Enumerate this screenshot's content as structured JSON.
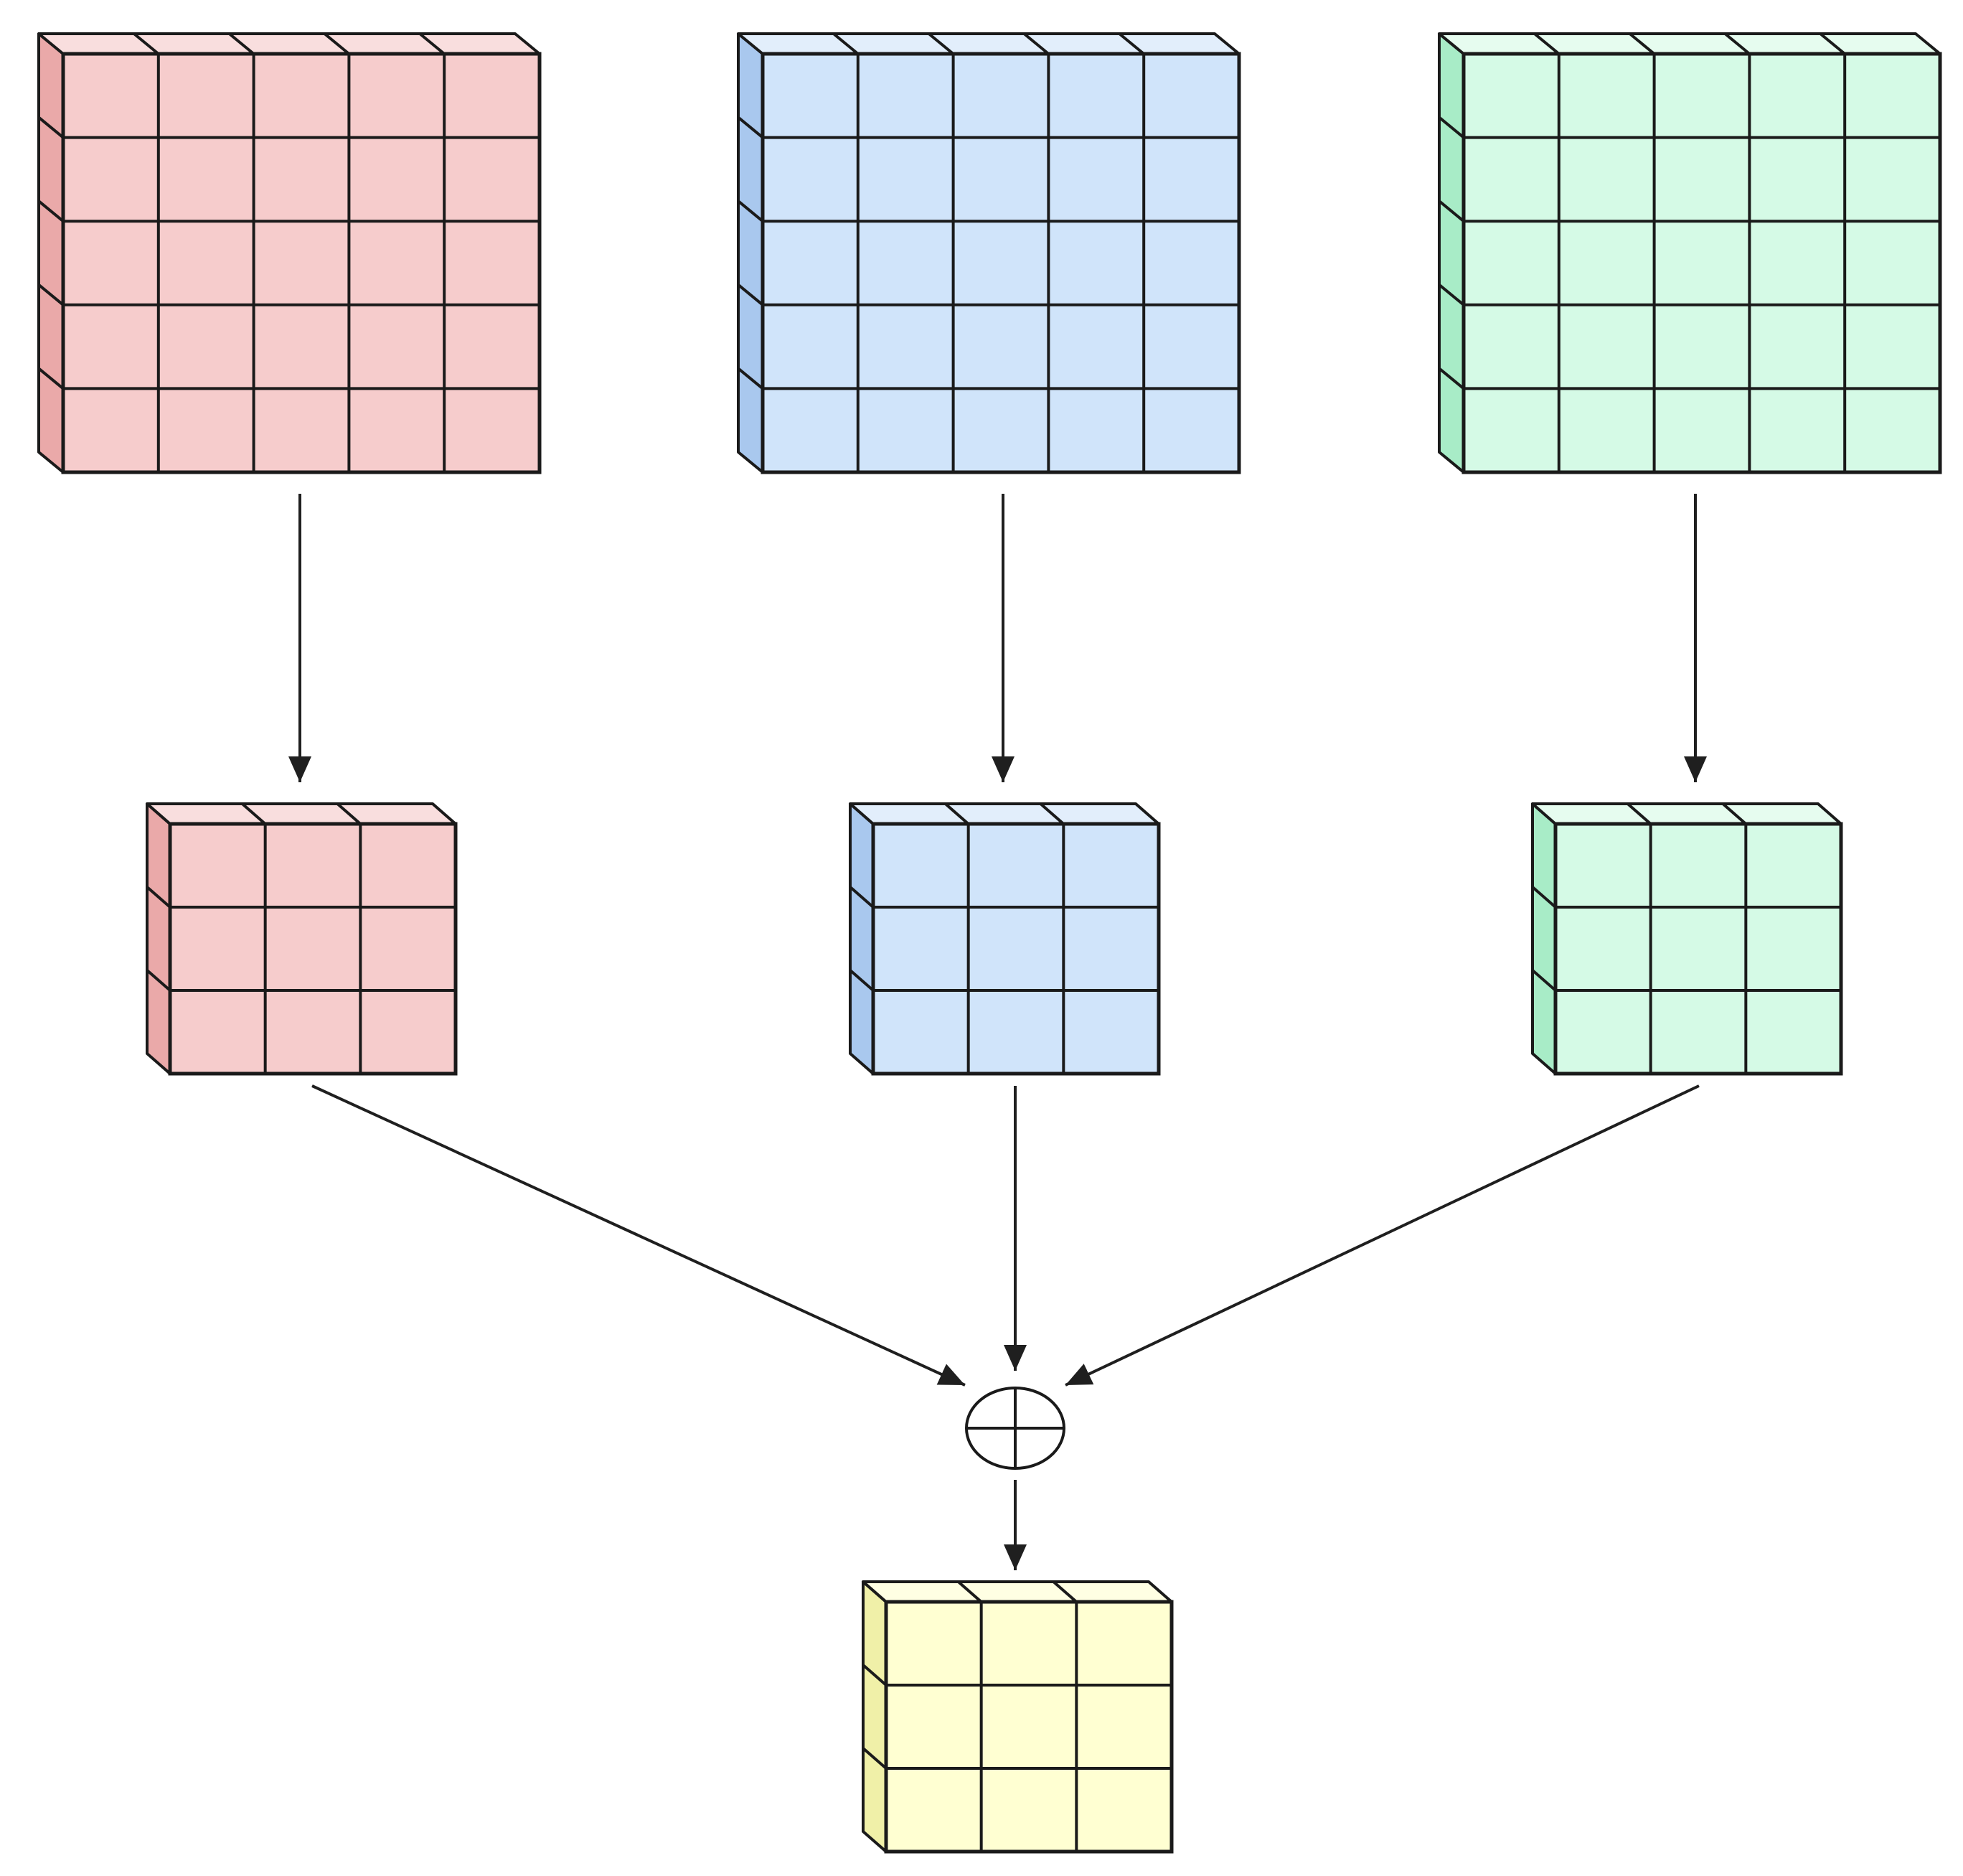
{
  "diagram": {
    "colors": {
      "red_front": "#f6cccc",
      "red_side": "#eaa9a9",
      "red_top": "#f9dede",
      "blue_front": "#d0e4fa",
      "blue_side": "#a9c8ee",
      "blue_top": "#e2eefb",
      "green_front": "#d5fae6",
      "green_side": "#a8ecc7",
      "green_top": "#e6fcef",
      "yellow_front": "#ffffd2",
      "yellow_side": "#f0f0a8",
      "yellow_top": "#ffffe3",
      "stroke": "#1a1a1a"
    },
    "nodes": [
      {
        "id": "input-red",
        "color": "red",
        "rows": 5,
        "cols": 5
      },
      {
        "id": "input-blue",
        "color": "blue",
        "rows": 5,
        "cols": 5
      },
      {
        "id": "input-green",
        "color": "green",
        "rows": 5,
        "cols": 5
      },
      {
        "id": "pooled-red",
        "color": "red",
        "rows": 3,
        "cols": 3
      },
      {
        "id": "pooled-blue",
        "color": "blue",
        "rows": 3,
        "cols": 3
      },
      {
        "id": "pooled-green",
        "color": "green",
        "rows": 3,
        "cols": 3
      },
      {
        "id": "output-yellow",
        "color": "yellow",
        "rows": 3,
        "cols": 3
      }
    ],
    "sum_operator": "add",
    "edges": [
      {
        "from": "input-red",
        "to": "pooled-red"
      },
      {
        "from": "input-blue",
        "to": "pooled-blue"
      },
      {
        "from": "input-green",
        "to": "pooled-green"
      },
      {
        "from": "pooled-red",
        "to": "sum"
      },
      {
        "from": "pooled-blue",
        "to": "sum"
      },
      {
        "from": "pooled-green",
        "to": "sum"
      },
      {
        "from": "sum",
        "to": "output-yellow"
      }
    ]
  }
}
